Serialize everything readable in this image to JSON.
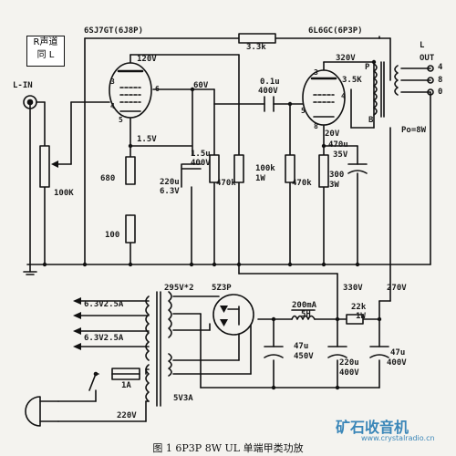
{
  "caption": "图 1  6P3P 8W UL 单端甲类功放",
  "watermark": {
    "title": "矿石收音机",
    "url": "www.crystalradio.cn"
  },
  "label_box": {
    "line1": "R声道",
    "line2": "同 L"
  },
  "tubes": {
    "v1": "6SJ7GT(6J8P)",
    "v2": "6L6GC(6P3P)",
    "rect": "5Z3P"
  },
  "input": {
    "name": "L-IN",
    "pot": "100K"
  },
  "output": {
    "name": "L",
    "out": "OUT",
    "taps": [
      "4",
      "8",
      "0"
    ],
    "power": "Po=8W",
    "primary": "3.5K",
    "p": "P",
    "b": "B"
  },
  "resistors": {
    "feedback": "3.3k",
    "r680": "680",
    "r100": "100",
    "r470a": "470k",
    "r100k": "100k",
    "r100k_w": "1W",
    "r470b": "470k",
    "r300": "300",
    "r300_w": "3W",
    "r22k": "22k",
    "r22k_w": "1W"
  },
  "caps": {
    "c1": "1.5u",
    "c1v": "400V",
    "c2": "220u",
    "c2v": "6.3V",
    "cc": "0.1u",
    "ccv": "400V",
    "ck": "470u",
    "ckv": "35V",
    "f1": "47u",
    "f1v": "450V",
    "f2": "220u",
    "f2v": "400V",
    "f3": "47u",
    "f3v": "400V"
  },
  "voltages": {
    "v120": "120V",
    "v60": "60V",
    "v1_5": "1.5V",
    "v320": "320V",
    "v20": "20V",
    "v330": "330V",
    "v270": "270V"
  },
  "pins": {
    "p3a": "3",
    "p6a": "6",
    "p4a": "4",
    "p5a": "5",
    "p3b": "3",
    "p4b": "4",
    "p5b": "5",
    "p8b": "8"
  },
  "power": {
    "ht": "295V*2",
    "h1": "6.3V2.5A",
    "h2": "6.3V2.5A",
    "h3": "5V3A",
    "mains": "220V",
    "fuse": "1A",
    "choke": "200mA",
    "choke_h": "5H"
  }
}
